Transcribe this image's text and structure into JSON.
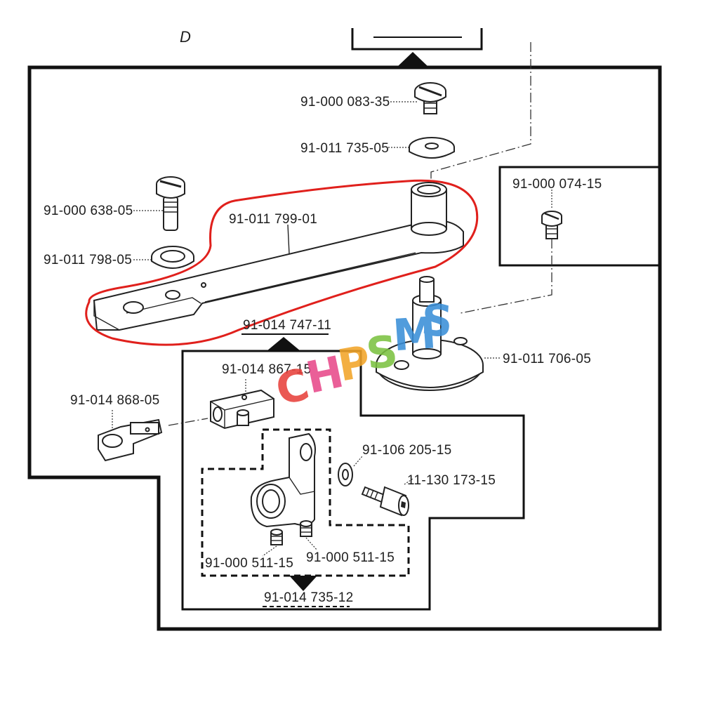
{
  "labels": {
    "screw_top": "91-000 083-35",
    "washer_top": "91-011 735-05",
    "screw_left": "91-000 638-05",
    "washer_left": "91-011 798-05",
    "arm": "91-011 799-01",
    "screw_right": "91-000 074-15",
    "assembly_mid": "91-014 747-11",
    "base_post": "91-011 706-05",
    "block": "91-014 867-15",
    "link": "91-014 868-05",
    "washer_small": "91-106 205-15",
    "cap_screw": "11-130 173-15",
    "set_screw_a": "91-000 511-15",
    "set_screw_b": "91-000 511-15",
    "assembly_bottom": "91-014 735-12"
  },
  "corner_letter": "D",
  "watermark": {
    "letters": [
      "C",
      "H",
      "P",
      "S",
      "M",
      "S"
    ],
    "colors": [
      "#e8413c",
      "#e84a8a",
      "#f2a428",
      "#7cc242",
      "#3a8fd8",
      "#3a8fd8"
    ]
  },
  "highlight_color": "#e0201c"
}
